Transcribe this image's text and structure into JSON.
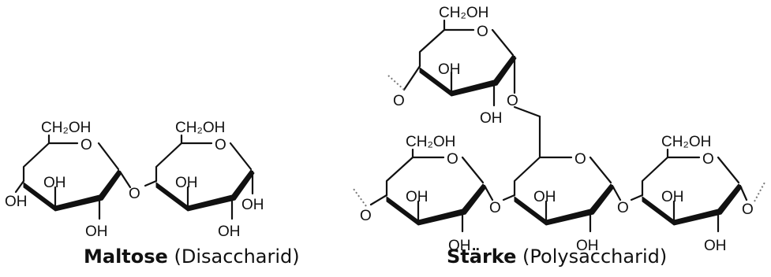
{
  "atom_labels": {
    "ch2oh": "CH₂OH",
    "oh": "OH",
    "o": "O"
  },
  "captions": {
    "left": {
      "name": "Maltose",
      "type": "(Disaccharid)"
    },
    "right": {
      "name": "Stärke",
      "type": "(Polysaccharid)"
    }
  }
}
